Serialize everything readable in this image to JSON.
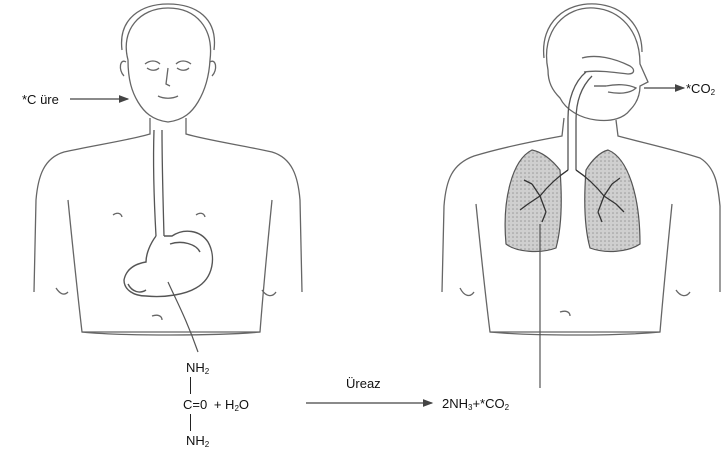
{
  "left_figure": {
    "urea_input": {
      "prefix": "*C",
      "name": "üre"
    }
  },
  "right_figure": {
    "co2_output": {
      "prefix": "*CO",
      "sub": "2"
    }
  },
  "reaction": {
    "urea_top_group": {
      "base": "NH",
      "sub": "2"
    },
    "urea_center": "C=0",
    "plus_water": {
      "prefix": "+ H",
      "sub": "2",
      "suffix": "O"
    },
    "urea_bottom_group": {
      "base": "NH",
      "sub": "2"
    },
    "enzyme": "Üreaz",
    "products": {
      "part1": "2NH",
      "sub1": "3",
      "part2": "+*CO",
      "sub2": "2"
    }
  },
  "colors": {
    "line": "#555555",
    "lung_fill": "#bdbdbd"
  }
}
